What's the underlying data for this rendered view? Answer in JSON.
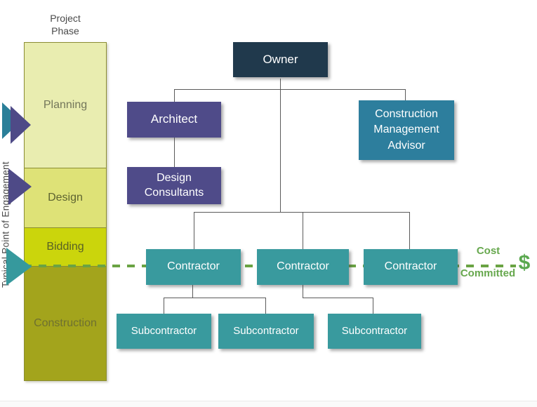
{
  "diagram": {
    "left_panel": {
      "title": "Project\nPhase",
      "engagement_axis_label": "Typical Point of Engagement",
      "phases": [
        {
          "label": "Planning",
          "color": "#e9edb0"
        },
        {
          "label": "Design",
          "color": "#dee277"
        },
        {
          "label": "Bidding",
          "color": "#cbd50c"
        },
        {
          "label": "Construction",
          "color": "#a3a41c"
        }
      ]
    },
    "engagement_markers": {
      "planning_teal_arrow_color": "#2b7f99",
      "planning_purple_arrow_color": "#4e4a87",
      "design_purple_arrow_color": "#4e4a87",
      "construction_teal_arrow_color": "#36999d"
    },
    "org_chart": {
      "owner": {
        "label": "Owner",
        "color": "#20394c"
      },
      "architect": {
        "label": "Architect",
        "color": "#4f4b89"
      },
      "design_consultants": {
        "label": "Design Consultants",
        "color": "#4f4b89"
      },
      "cm_advisor": {
        "label": "Construction Management Advisor",
        "color": "#2d7e9d"
      },
      "contractors": [
        {
          "label": "Contractor"
        },
        {
          "label": "Contractor"
        },
        {
          "label": "Contractor"
        }
      ],
      "subcontractors": [
        {
          "label": "Subcontractor"
        },
        {
          "label": "Subcontractor"
        },
        {
          "label": "Subcontractor"
        }
      ],
      "teal_node_color": "#399a9e"
    },
    "cost_line": {
      "label_line1": "Cost",
      "label_line2": "Committed",
      "currency_symbol": "$",
      "line_color": "#6aa343",
      "text_color": "#67a84e"
    }
  }
}
